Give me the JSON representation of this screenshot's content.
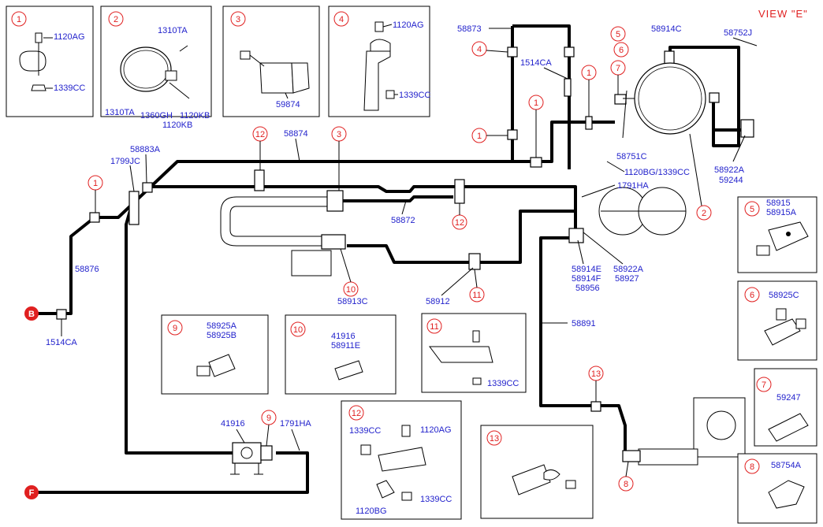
{
  "view_title": "VIEW \"E\"",
  "ports": {
    "b": "B",
    "f": "F"
  },
  "callouts": {
    "c1a": "1",
    "c1b": "1",
    "c1c": "1",
    "c1d": "1",
    "c2": "2",
    "c3": "3",
    "c4": "4",
    "c5": "5",
    "c6": "6",
    "c7": "7",
    "c8": "8",
    "c9": "9",
    "c10": "10",
    "c11": "11",
    "c12a": "12",
    "c12b": "12",
    "c13": "13"
  },
  "parts": {
    "p58873": "58873",
    "p58914c": "58914C",
    "p58752j": "58752J",
    "p1514ca_top": "1514CA",
    "p58751c": "58751C",
    "p1120bg_1339cc": "1120BG/1339CC",
    "p58922a_top": "58922A",
    "p59244": "59244",
    "p58874": "58874",
    "p58883a": "58883A",
    "p1799jc": "1799JC",
    "p1791ha_top": "1791HA",
    "p58872": "58872",
    "p58876": "58876",
    "p58914e": "58914E",
    "p58914f": "58914F",
    "p58956": "58956",
    "p58922a_mid": "58922A",
    "p58927": "58927",
    "p58913c": "58913C",
    "p58912": "58912",
    "p58891": "58891",
    "p1514ca_bottom": "1514CA",
    "p41916_bottom": "41916",
    "p1791ha_bottom": "1791HA"
  },
  "insets": [
    {
      "callout": "1",
      "parts": [
        "1120AG",
        "1339CC"
      ]
    },
    {
      "callout": "2",
      "parts": [
        "1310TA",
        "1310TA",
        "1360GH",
        "1120KB",
        "1120KB"
      ]
    },
    {
      "callout": "3",
      "parts": [
        "59874"
      ]
    },
    {
      "callout": "4",
      "parts": [
        "1120AG",
        "1339CC"
      ]
    },
    {
      "callout": "5",
      "parts": [
        "58915",
        "58915A"
      ]
    },
    {
      "callout": "6",
      "parts": [
        "58925C"
      ]
    },
    {
      "callout": "7",
      "parts": [
        "59247"
      ]
    },
    {
      "callout": "8",
      "parts": [
        "58754A"
      ]
    },
    {
      "callout": "9",
      "parts": [
        "58925A",
        "58925B"
      ]
    },
    {
      "callout": "10",
      "parts": [
        "41916",
        "58911E"
      ]
    },
    {
      "callout": "11",
      "parts": [
        "1339CC"
      ]
    },
    {
      "callout": "12",
      "parts": [
        "1339CC",
        "1120AG",
        "1120BG",
        "1339CC"
      ]
    },
    {
      "callout": "13",
      "parts": []
    }
  ]
}
